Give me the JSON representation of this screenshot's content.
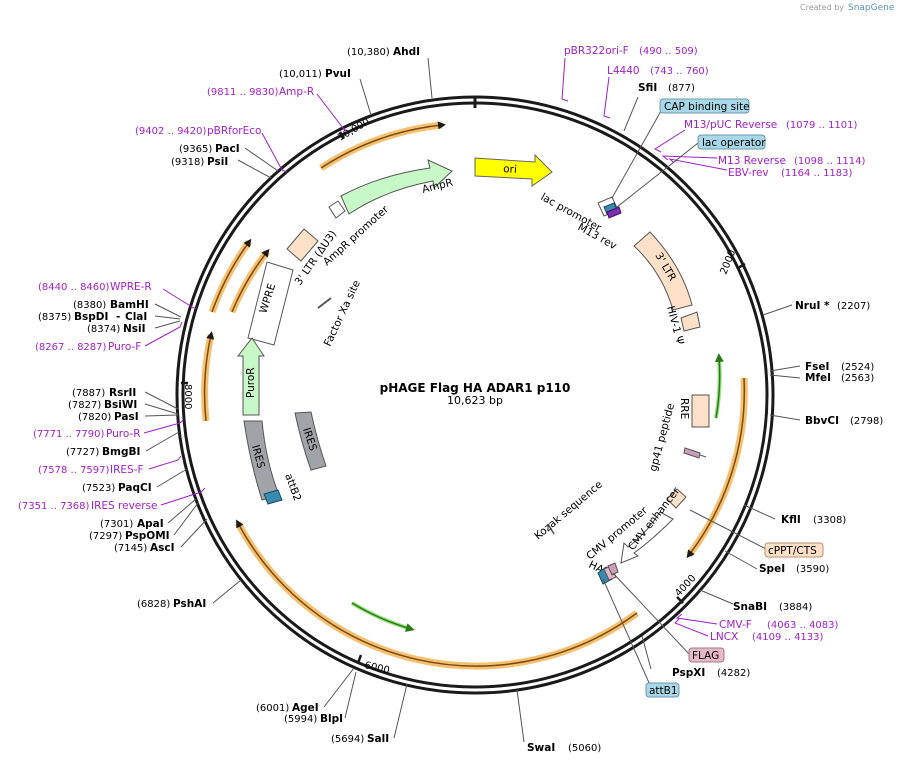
{
  "credit": {
    "prefix": "Created by",
    "brand": "SnapGene"
  },
  "map": {
    "title": "pHAGE Flag HA ADAR1 p110",
    "length": "10,623 bp",
    "total_bp": 10623,
    "ticks": [
      {
        "label": "2000",
        "bp": 2000
      },
      {
        "label": "4000",
        "bp": 4000
      },
      {
        "label": "6000",
        "bp": 6000
      },
      {
        "label": "8000",
        "bp": 8000
      },
      {
        "label": "10,000",
        "bp": 10000
      }
    ]
  },
  "enzymes": [
    {
      "name": "AhdI",
      "pos": "(10,380)"
    },
    {
      "name": "PvuI",
      "pos": "(10,011)"
    },
    {
      "name": "PacI",
      "pos": "(9365)"
    },
    {
      "name": "PsiI",
      "pos": "(9318)"
    },
    {
      "name": "BamHI",
      "pos": "(8380)"
    },
    {
      "name": "BspDI",
      "pos": "(8375)"
    },
    {
      "name": "ClaI",
      "pos": "-"
    },
    {
      "name": "NsiI",
      "pos": "(8374)"
    },
    {
      "name": "RsrII",
      "pos": "(7887)"
    },
    {
      "name": "BsiWI",
      "pos": "(7827)"
    },
    {
      "name": "PasI",
      "pos": "(7820)"
    },
    {
      "name": "BmgBI",
      "pos": "(7727)"
    },
    {
      "name": "PaqCI",
      "pos": "(7523)"
    },
    {
      "name": "ApaI",
      "pos": "(7301)"
    },
    {
      "name": "PspOMI",
      "pos": "(7297)"
    },
    {
      "name": "AscI",
      "pos": "(7145)"
    },
    {
      "name": "PshAI",
      "pos": "(6828)"
    },
    {
      "name": "AgeI",
      "pos": "(6001)"
    },
    {
      "name": "BlpI",
      "pos": "(5994)"
    },
    {
      "name": "SalI",
      "pos": "(5694)"
    },
    {
      "name": "SwaI",
      "pos": "(5060)"
    },
    {
      "name": "PspXI",
      "pos": "(4282)"
    },
    {
      "name": "SnaBI",
      "pos": "(3884)"
    },
    {
      "name": "SpeI",
      "pos": "(3590)"
    },
    {
      "name": "KflI",
      "pos": "(3308)"
    },
    {
      "name": "BbvCI",
      "pos": "(2798)"
    },
    {
      "name": "FseI",
      "pos": "(2524)"
    },
    {
      "name": "MfeI",
      "pos": "(2563)"
    },
    {
      "name": "NruI *",
      "pos": "(2207)"
    },
    {
      "name": "SfiI",
      "pos": "(877)"
    }
  ],
  "primers": [
    {
      "name": "pBR322ori-F",
      "pos": "(490 .. 509)"
    },
    {
      "name": "L4440",
      "pos": "(743 .. 760)"
    },
    {
      "name": "M13/pUC Reverse",
      "pos": "(1079 .. 1101)"
    },
    {
      "name": "M13 Reverse",
      "pos": "(1098 .. 1114)"
    },
    {
      "name": "EBV-rev",
      "pos": "(1164 .. 1183)"
    },
    {
      "name": "CMV-F",
      "pos": "(4063 .. 4083)"
    },
    {
      "name": "LNCX",
      "pos": "(4109 .. 4133)"
    },
    {
      "name": "Amp-R",
      "pos": "(9811 .. 9830)"
    },
    {
      "name": "pBRforEco",
      "pos": "(9402 .. 9420)"
    },
    {
      "name": "WPRE-R",
      "pos": "(8440 .. 8460)"
    },
    {
      "name": "Puro-F",
      "pos": "(8267 .. 8287)"
    },
    {
      "name": "Puro-R",
      "pos": "(7771 .. 7790)"
    },
    {
      "name": "IRES-F",
      "pos": "(7578 .. 7597)"
    },
    {
      "name": "IRES reverse",
      "pos": "(7351 .. 7368)"
    }
  ],
  "boxed_features": [
    {
      "name": "CAP binding site",
      "color": "#a8d8e8"
    },
    {
      "name": "lac operator",
      "color": "#a8d8e8"
    },
    {
      "name": "cPPT/CTS",
      "color": "#fde0c8"
    },
    {
      "name": "FLAG",
      "color": "#e6b8c8"
    },
    {
      "name": "attB1",
      "color": "#a8d8e8"
    }
  ],
  "features": [
    {
      "name": "ori"
    },
    {
      "name": "AmpR"
    },
    {
      "name": "AmpR promoter"
    },
    {
      "name": "3' LTR (ΔU3)"
    },
    {
      "name": "Factor Xa site"
    },
    {
      "name": "WPRE"
    },
    {
      "name": "PuroR"
    },
    {
      "name": "IRES"
    },
    {
      "name": "IRES"
    },
    {
      "name": "attB2"
    },
    {
      "name": "lac promoter"
    },
    {
      "name": "M13 rev"
    },
    {
      "name": "3' LTR"
    },
    {
      "name": "HIV-1 Ψ"
    },
    {
      "name": "RRE"
    },
    {
      "name": "gp41 peptide"
    },
    {
      "name": "CMV enhancer"
    },
    {
      "name": "CMV promoter"
    },
    {
      "name": "Kozak sequence"
    },
    {
      "name": "HA"
    }
  ],
  "colors": {
    "ring": "#1a1a1a",
    "orf": "#f0b040",
    "ori": "#ffff00",
    "ampr": "#c8f8c8",
    "ltr": "#fde0c8",
    "ires": "#a0a4a8",
    "primer": "#a020c8",
    "green_orf": "#40b020"
  }
}
